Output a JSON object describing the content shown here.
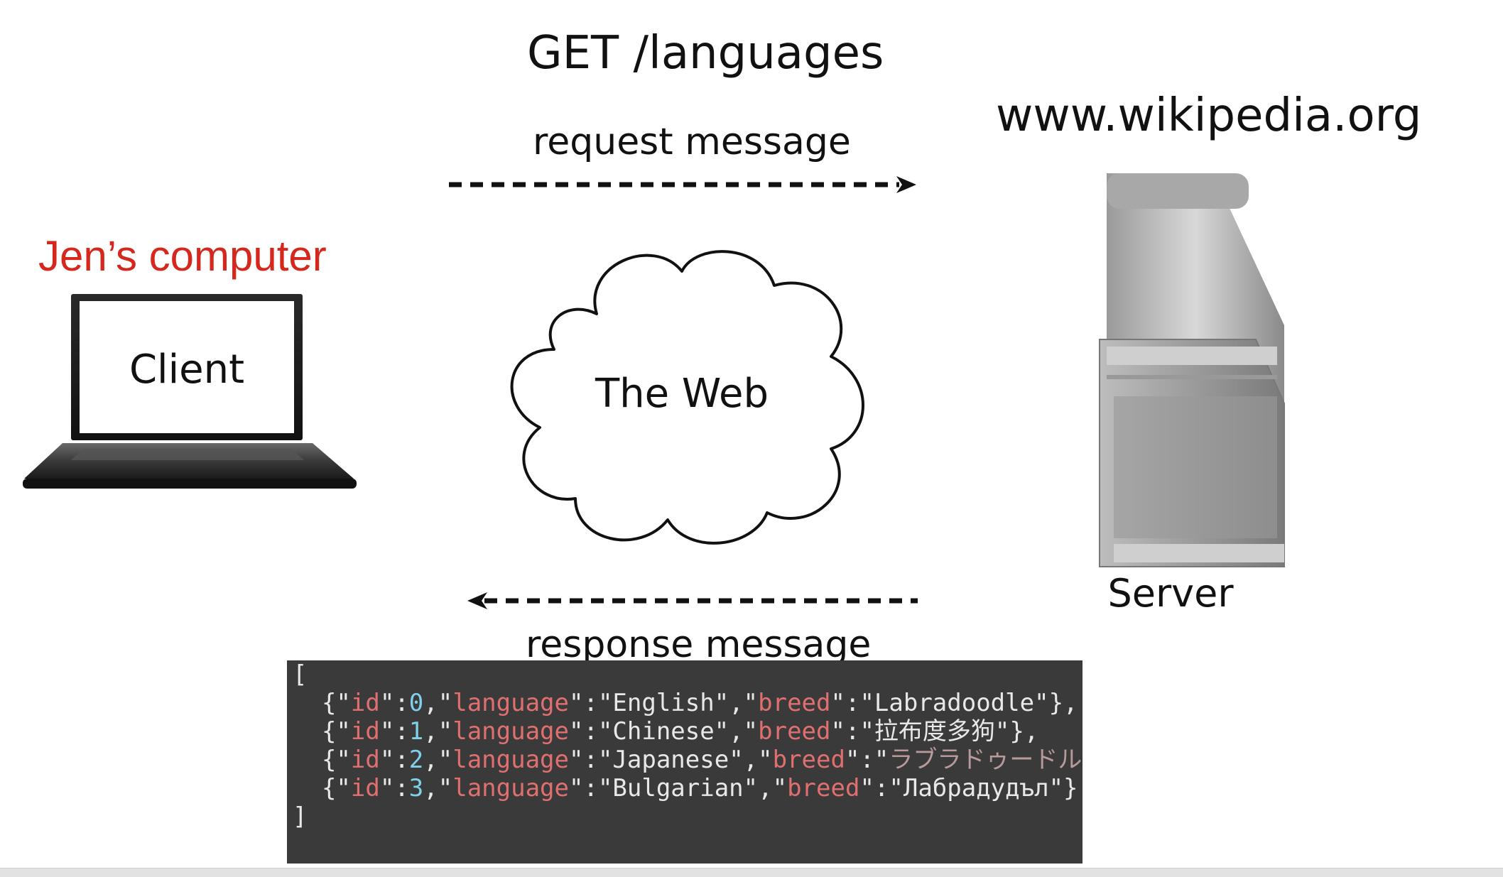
{
  "header": {
    "request_line": "GET /languages",
    "server_host": "www.wikipedia.org"
  },
  "messages": {
    "request": "request message",
    "response": "response message"
  },
  "client": {
    "owner_label": "Jen’s computer",
    "label": "Client"
  },
  "network": {
    "label": "The Web"
  },
  "server": {
    "label": "Server"
  },
  "colors": {
    "owner_label": "#d6271d",
    "code_background": "#3a3a3a",
    "json_key": "#e07070",
    "json_number": "#7fd0ea",
    "json_text": "#e8e8e8"
  },
  "response_json": {
    "open": "[",
    "close": "]",
    "records": [
      {
        "id": "0",
        "language": "English",
        "breed": "Labradoodle"
      },
      {
        "id": "1",
        "language": "Chinese",
        "breed": "拉布度多狗"
      },
      {
        "id": "2",
        "language": "Japanese",
        "breed": "ラブラドゥードル"
      },
      {
        "id": "3",
        "language": "Bulgarian",
        "breed": "Лабрадудъл"
      }
    ]
  }
}
